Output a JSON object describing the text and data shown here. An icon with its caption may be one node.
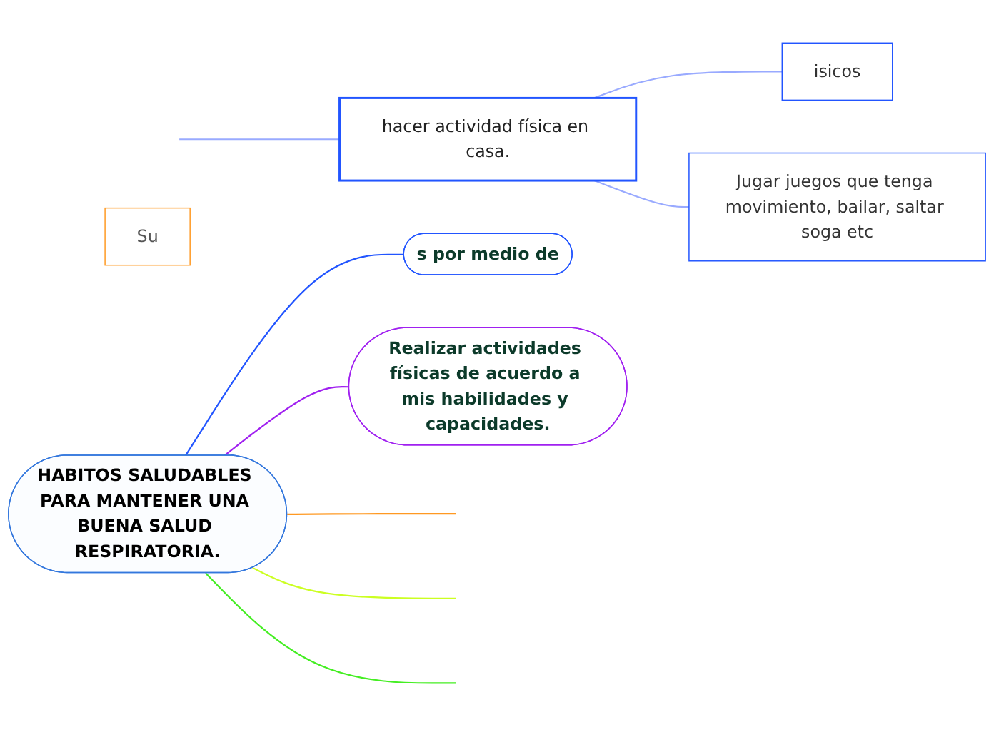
{
  "diagram": {
    "nodes": [
      {
        "text": [
          "HABITOS SALUDABLES PARA MANTENER UNA BUENA SALUD RESPIRATORIA."
        ]
      },
      {
        "text": [
          "s por medio de"
        ]
      },
      {
        "text": [
          "hacer actividad física en casa."
        ]
      },
      {
        "text": [
          "isicos"
        ]
      },
      {
        "text": [
          "Jugar juegos que tenga movimiento, bailar, saltar soga etc"
        ]
      },
      {
        "text": [
          "Realizar actividades físicas de acuerdo a mis habilidades y capacidades."
        ]
      },
      {
        "text": [
          "Su"
        ]
      }
    ],
    "edges": [
      {
        "from": 0,
        "to": 1,
        "arrow": "none",
        "color": "#2255ff"
      },
      {
        "from": null,
        "to": 2,
        "arrow": "none",
        "color": "#99aaff"
      },
      {
        "from": 2,
        "to": 3,
        "arrow": "none",
        "color": "#99aaff"
      },
      {
        "from": 2,
        "to": 4,
        "arrow": "none",
        "color": "#99aaff"
      },
      {
        "from": 0,
        "to": 5,
        "arrow": "none",
        "color": "#a020f0"
      },
      {
        "from": 0,
        "to": null,
        "arrow": "none",
        "color": "#ff9922"
      },
      {
        "from": 0,
        "to": null,
        "arrow": "none",
        "color": "#ccff22"
      },
      {
        "from": 0,
        "to": null,
        "arrow": "none",
        "color": "#44ee22"
      }
    ]
  }
}
